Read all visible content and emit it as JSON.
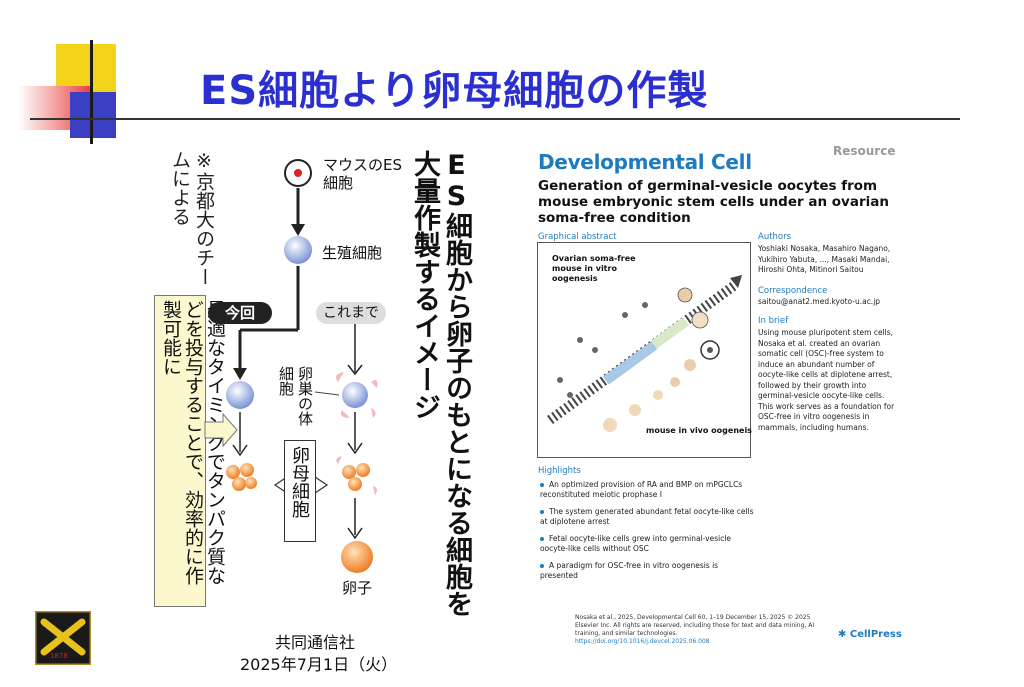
{
  "slide": {
    "title": "ES細胞より卵母細胞の作製",
    "note": "※京都大のチームによる",
    "headline": "ES細胞から卵子のもとになる細胞を大量作製するイメージ",
    "callout": "最適なタイミングでタンパク質などを投与することで、効率的に作製可能に",
    "mouse_es": "マウスのES細胞",
    "germ_cell": "生殖細胞",
    "badge_now": "今回",
    "badge_before": "これまで",
    "ovarian_soma": "卵巣の体細胞",
    "oocyte_mother": "卵母細胞",
    "egg": "卵子",
    "source_name": "共同通信社",
    "source_date": "2025年7月1日（火）",
    "logo_text": "1878"
  },
  "paper": {
    "journal": "Developmental Cell",
    "type": "Resource",
    "title": "Generation of germinal-vesicle oocytes from mouse embryonic stem cells under an ovarian soma-free condition",
    "graphical_abstract": "Graphical abstract",
    "ga_top_label": "Ovarian soma-free mouse in vitro oogenesis",
    "ga_bottom_label": "mouse in vivo oogeneis",
    "authors_head": "Authors",
    "authors": "Yoshiaki Nosaka, Masahiro Nagano, Yukihiro Yabuta, ..., Masaki Mandai, Hiroshi Ohta, Mitinori Saitou",
    "correspondence_head": "Correspondence",
    "correspondence": "saitou@anat2.med.kyoto-u.ac.jp",
    "inbrief_head": "In brief",
    "inbrief": "Using mouse pluripotent stem cells, Nosaka et al. created an ovarian somatic cell (OSC)-free system to induce an abundant number of oocyte-like cells at diplotene arrest, followed by their growth into germinal-vesicle oocyte-like cells. This work serves as a foundation for OSC-free in vitro oogenesis in mammals, including humans.",
    "highlights_head": "Highlights",
    "highlights": [
      "An optimized provision of RA and BMP on mPGCLCs reconstituted meiotic prophase I",
      "The system generated abundant fetal oocyte-like cells at diplotene arrest",
      "Fetal oocyte-like cells grew into germinal-vesicle oocyte-like cells without OSC",
      "A paradigm for OSC-free in vitro oogenesis is presented"
    ],
    "citation": "Nosaka et al., 2025, Developmental Cell 60, 1–19 December 15, 2025 © 2025 Elsevier Inc. All rights are reserved, including those for text and data mining, AI training, and similar technologies.",
    "doi": "https://doi.org/10.1016/j.devcel.2025.06.008",
    "publisher": "CellPress"
  },
  "colors": {
    "title": "#2b2fd0",
    "journal": "#1f7bbf",
    "callout_bg": "#fdf7cd",
    "cell_blue": "#8fa6de",
    "cell_orange": "#f08a32"
  }
}
